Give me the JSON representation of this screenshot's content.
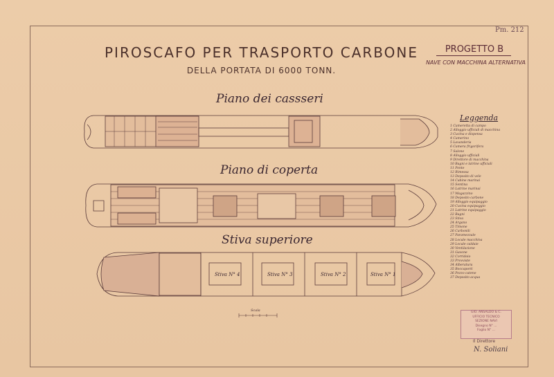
{
  "sheet": {
    "corner_ref": "Pm. 212",
    "title": "PIROSCAFO PER TRASPORTO CARBONE",
    "subtitle": "DELLA PORTATA DI 6000 TONN.",
    "project": "PROGETTO B",
    "project_note": "NAVE CON MACCHINA ALTERNATIVA"
  },
  "plans": [
    {
      "title": "Piano dei cassseri"
    },
    {
      "title": "Piano di coperta"
    },
    {
      "title": "Stiva superiore"
    }
  ],
  "holds": [
    "Stiva N° 4",
    "Stiva N° 3",
    "Stiva N° 2",
    "Stiva N° 1"
  ],
  "scale_label": "Scala",
  "legend": {
    "title": "Leggenda",
    "items": [
      "1 Cameretta di campo",
      "2 Alloggio ufficiali di macchina",
      "3 Cucina e dispensa",
      "4 Camerino",
      "5 Lavanderia",
      "6 Camera frigorifera",
      "7 Salone",
      "8 Alloggio ufficiali",
      "9 Direttore di macchina",
      "10 Bagni e latrine ufficiali",
      "11 Ponte",
      "12 Rimessa",
      "13 Deposito di vele",
      "14 Cabine marinai",
      "15 Sentina",
      "16 Latrine marinai",
      "17 Magazzino",
      "18 Deposito carbone",
      "19 Alloggio equipaggio",
      "20 Cucina equipaggio",
      "21 Latrine equipaggio",
      "22 Bagni",
      "23 Stiva",
      "24 Argano",
      "25 Timone",
      "26 Carbonili",
      "27 Paramezzale",
      "28 Locale macchina",
      "29 Locale caldaie",
      "30 Ventilazione",
      "31 Gavone",
      "32 Corridoio",
      "33 Provviste",
      "34 Alberatura",
      "35 Boccaporti",
      "36 Pozzo catene",
      "37 Deposito acqua"
    ]
  },
  "stamp": {
    "lines": [
      "GIO. ANSALDO & C.",
      "UFFICIO TECNICO",
      "SEZIONE NAVI",
      "Disegno N° ...",
      "Foglio N° ..."
    ]
  },
  "director_label": "Il Direttore",
  "signature": "N. Soliani",
  "colors": {
    "paper": "#e9c9a6",
    "ink": "#4a3035",
    "fill": "#d9b095"
  }
}
